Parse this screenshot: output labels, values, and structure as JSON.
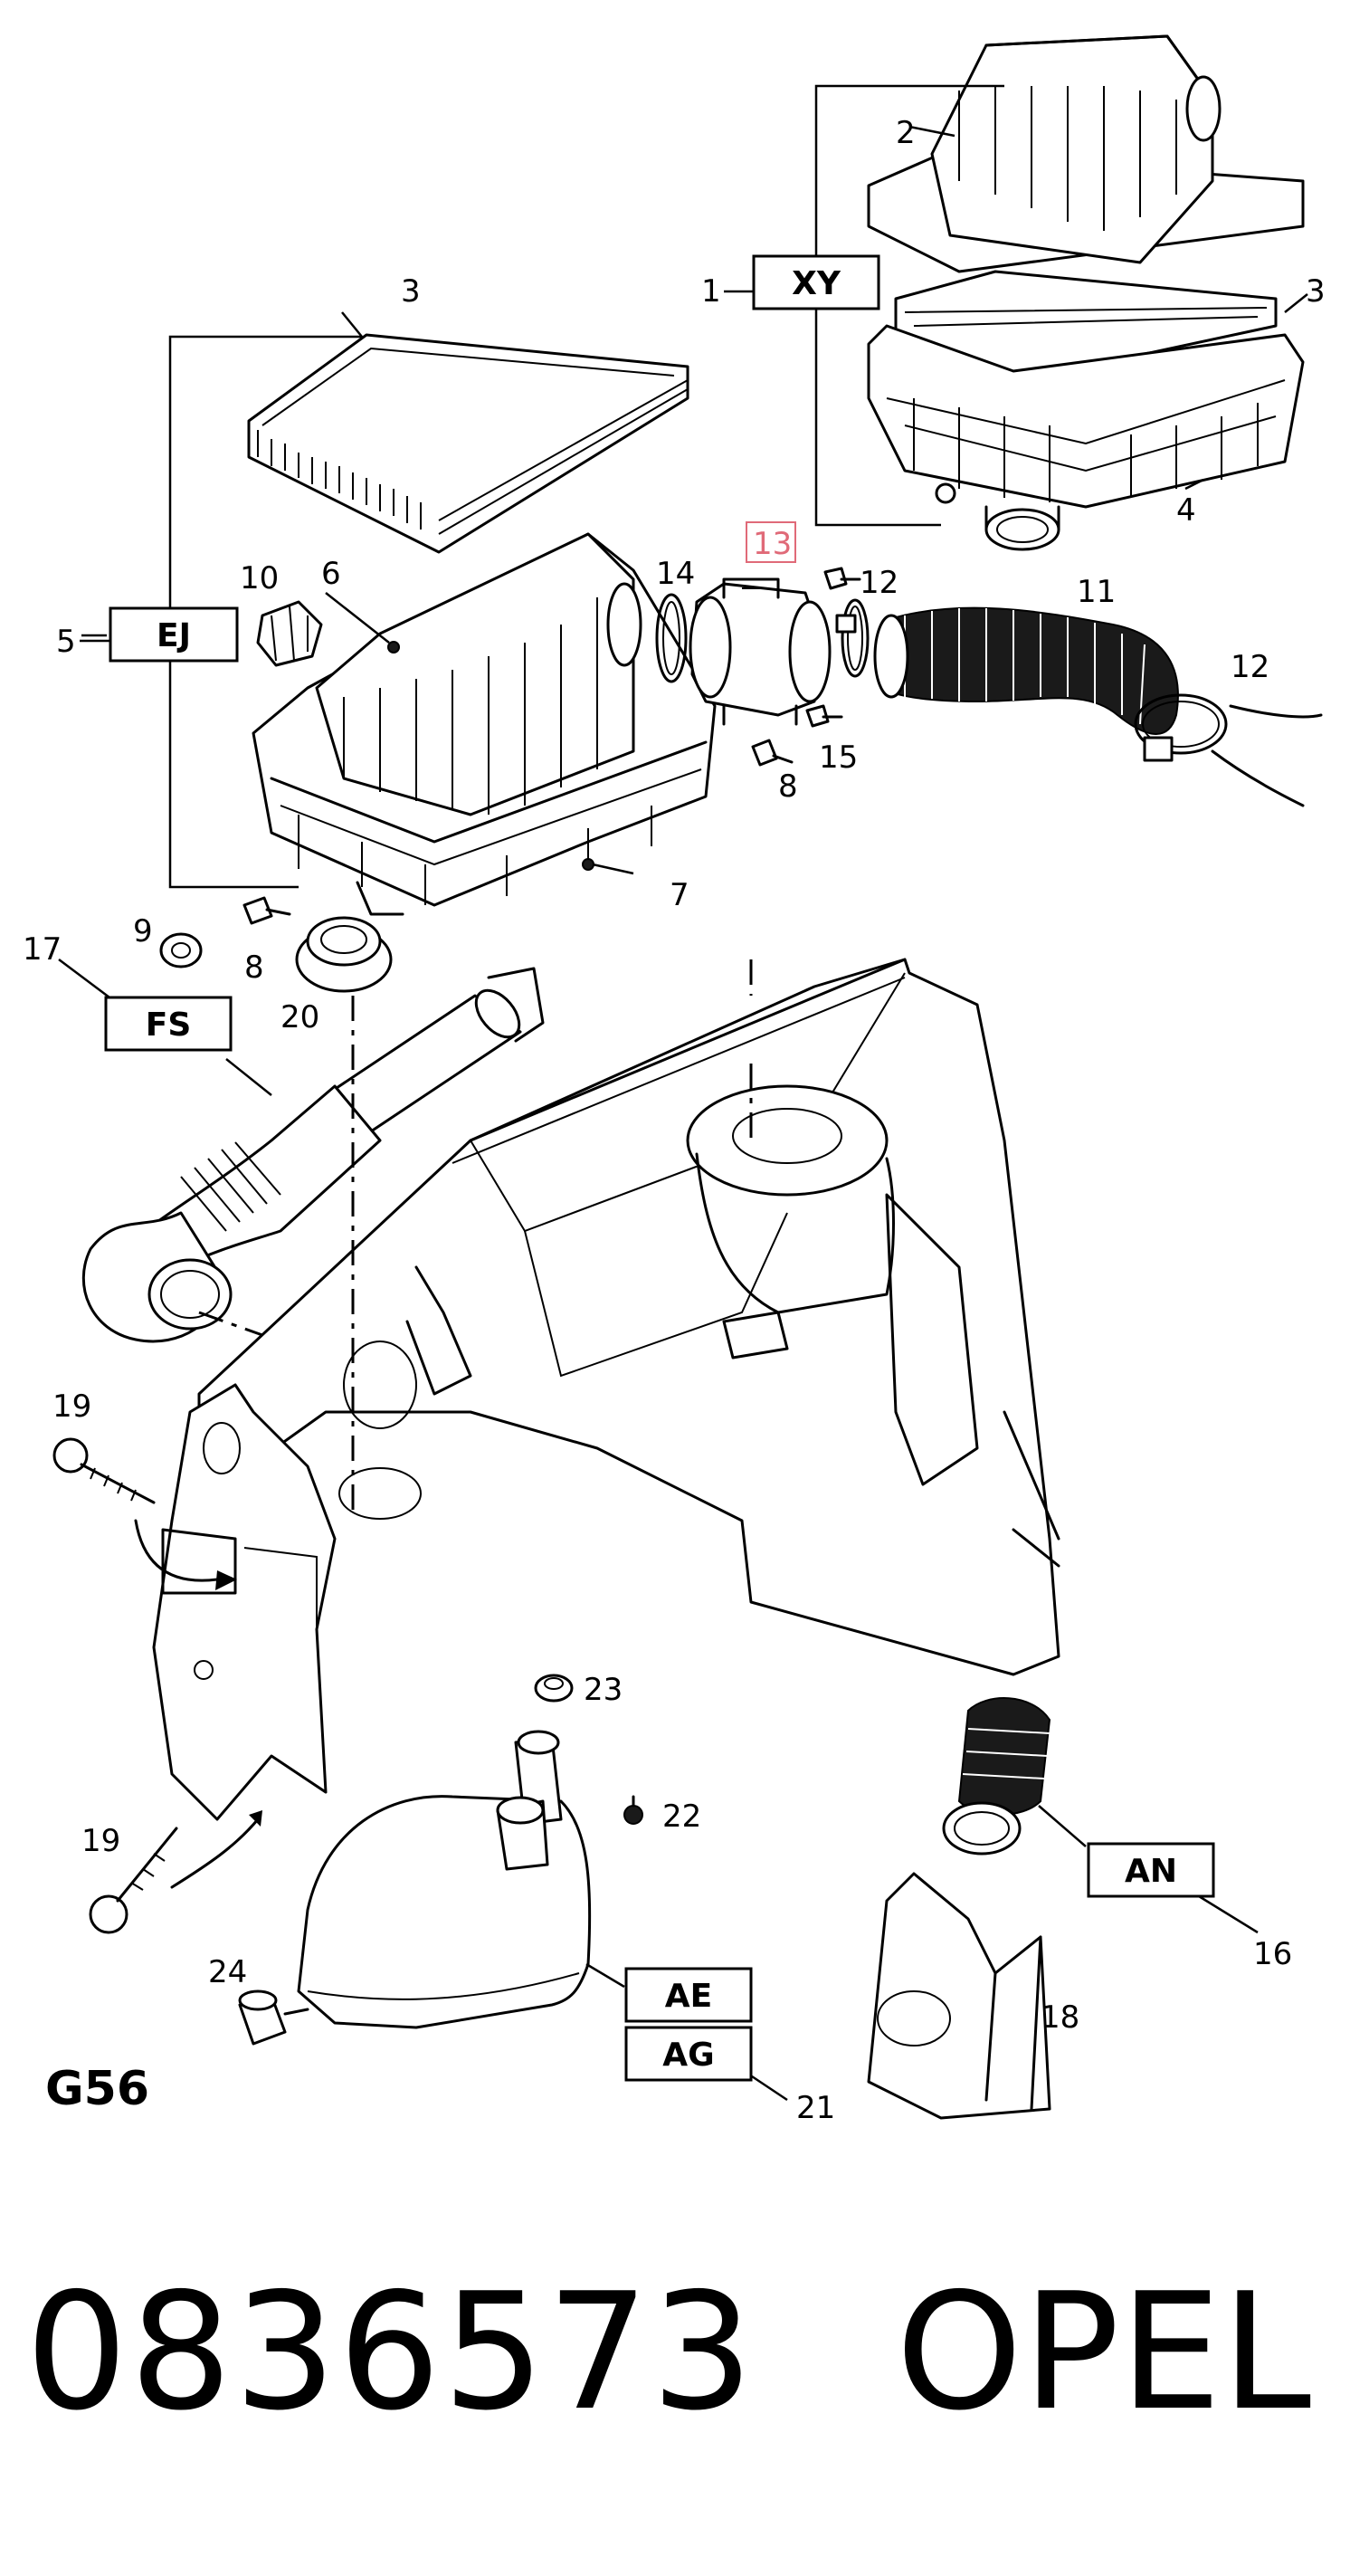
{
  "diagram": {
    "sheet_code": "G56",
    "part_number": "0836573",
    "brand": "OPEL",
    "group_codes": [
      {
        "id": "xy",
        "code": "XY",
        "ref": "1"
      },
      {
        "id": "ej",
        "code": "EJ",
        "ref": "5"
      },
      {
        "id": "fs",
        "code": "FS",
        "ref": "17"
      },
      {
        "id": "an",
        "code": "AN",
        "ref": "16"
      },
      {
        "id": "ae",
        "code": "AE",
        "ref": "21"
      },
      {
        "id": "ag",
        "code": "AG",
        "ref": "21"
      }
    ],
    "callouts": {
      "c1": "1",
      "c2": "2",
      "c3a": "3",
      "c3b": "3",
      "c4": "4",
      "c5": "5",
      "c6": "6",
      "c7": "7",
      "c8a": "8",
      "c8b": "8",
      "c9": "9",
      "c10": "10",
      "c11": "11",
      "c12a": "12",
      "c12b": "12",
      "c13": "13",
      "c14": "14",
      "c15": "15",
      "c16": "16",
      "c17": "17",
      "c18": "18",
      "c19a": "19",
      "c19b": "19",
      "c20": "20",
      "c21": "21",
      "c22": "22",
      "c23": "23",
      "c24": "24"
    },
    "highlighted_callout": "13",
    "colors": {
      "line": "#000000",
      "background": "#ffffff",
      "highlight": "#e06a78"
    }
  }
}
